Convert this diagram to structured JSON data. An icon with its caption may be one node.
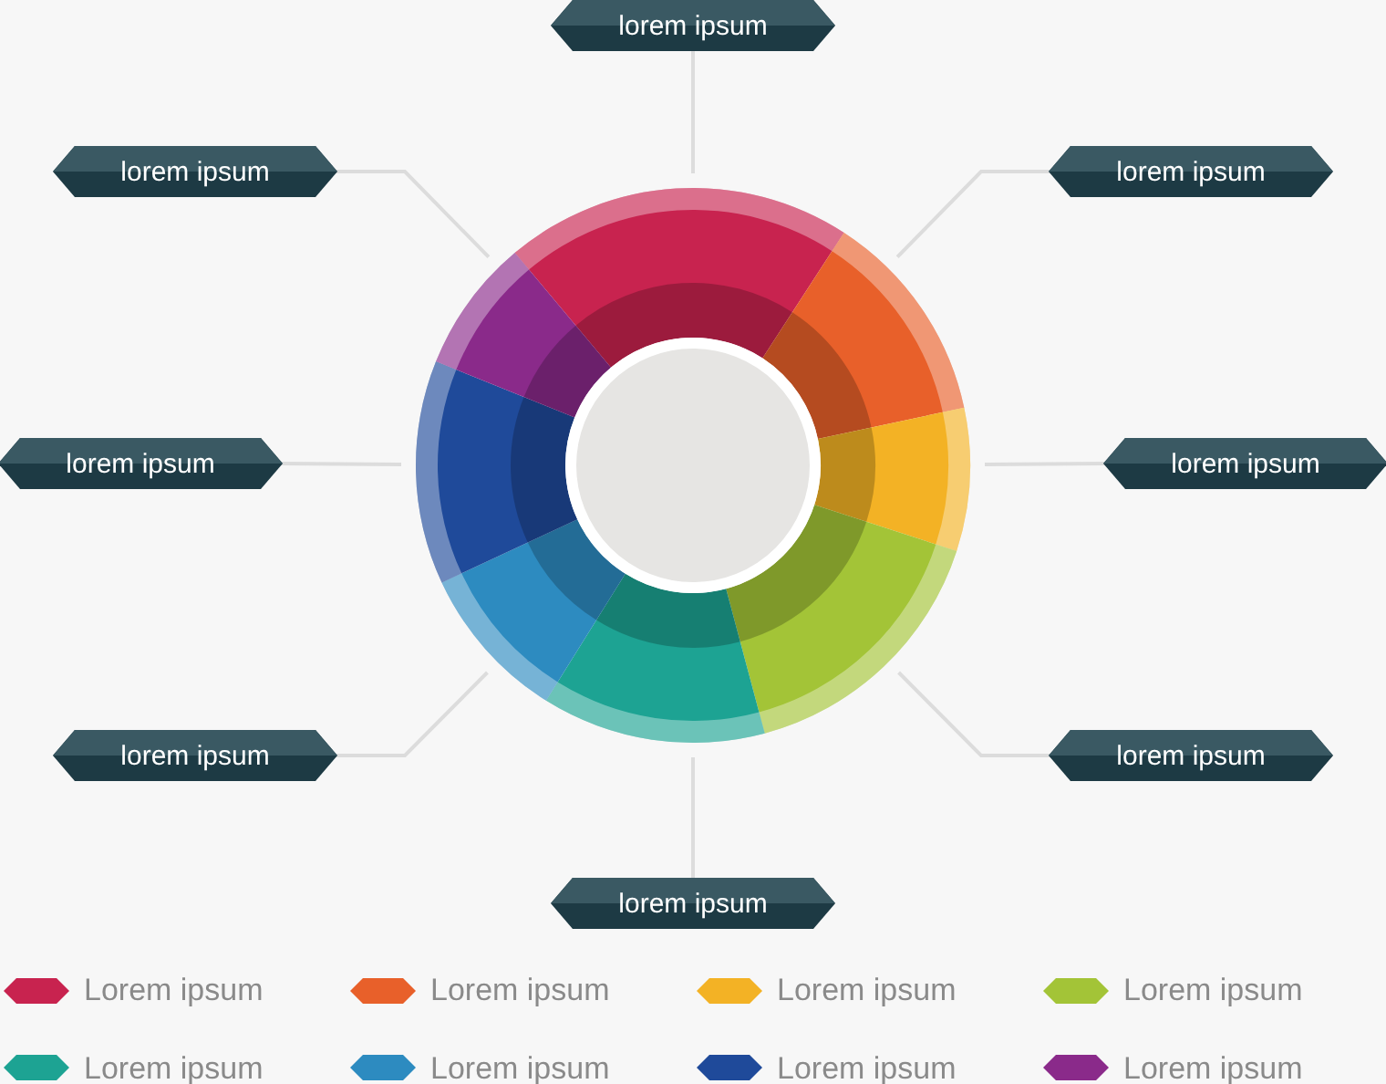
{
  "diagram": {
    "nodes": [
      {
        "text": [
          "lorem ipsum"
        ]
      },
      {
        "text": [
          "lorem ipsum"
        ]
      },
      {
        "text": [
          "lorem ipsum"
        ]
      },
      {
        "text": [
          "lorem ipsum"
        ]
      },
      {
        "text": [
          "lorem ipsum"
        ]
      },
      {
        "text": [
          "lorem ipsum"
        ]
      },
      {
        "text": [
          "lorem ipsum"
        ]
      },
      {
        "text": [
          "lorem ipsum"
        ]
      },
      {
        "text": [],
        "shape": "picture"
      }
    ],
    "edges": [
      {
        "from": 0,
        "to": 8,
        "arrow": "none"
      },
      {
        "from": 1,
        "to": 8,
        "arrow": "none"
      },
      {
        "from": 2,
        "to": 8,
        "arrow": "none"
      },
      {
        "from": 3,
        "to": 8,
        "arrow": "none"
      },
      {
        "from": 4,
        "to": 8,
        "arrow": "none"
      },
      {
        "from": 5,
        "to": 8,
        "arrow": "none"
      },
      {
        "from": 6,
        "to": 8,
        "arrow": "none"
      },
      {
        "from": 7,
        "to": 8,
        "arrow": "none"
      }
    ],
    "legend": [
      {
        "text": "Lorem ipsum",
        "color": "#c8234f"
      },
      {
        "text": "Lorem ipsum",
        "color": "#e8602a"
      },
      {
        "text": "Lorem ipsum",
        "color": "#f3b225"
      },
      {
        "text": "Lorem ipsum",
        "color": "#a3c437"
      },
      {
        "text": "Lorem ipsum",
        "color": "#1da393"
      },
      {
        "text": "Lorem ipsum",
        "color": "#2d8bc0"
      },
      {
        "text": "Lorem ipsum",
        "color": "#1f4a9a"
      },
      {
        "text": "Lorem ipsum",
        "color": "#8a2a8a"
      }
    ]
  }
}
